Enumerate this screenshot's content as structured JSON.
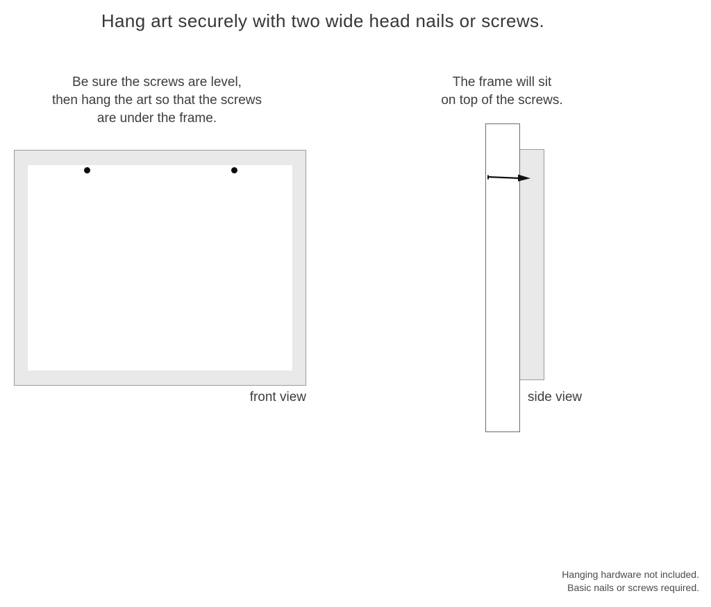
{
  "title": "Hang art securely with two wide head nails or screws.",
  "front_view": {
    "instruction_lines": [
      "Be sure the screws are level,",
      "then hang the art so that the screws",
      "are under the frame."
    ],
    "label": "front view",
    "screw_count": 2
  },
  "side_view": {
    "instruction_lines": [
      "The frame will sit",
      "on top of the screws."
    ],
    "label": "side view"
  },
  "footer_lines": [
    "Hanging hardware not included.",
    "Basic nails or screws required."
  ],
  "colors": {
    "background": "#ffffff",
    "text": "#3d3d3d",
    "frame_fill": "#e9e9e9",
    "frame_border": "#9a9a9a",
    "screw": "#0d0d0d",
    "nail": "#111111"
  }
}
